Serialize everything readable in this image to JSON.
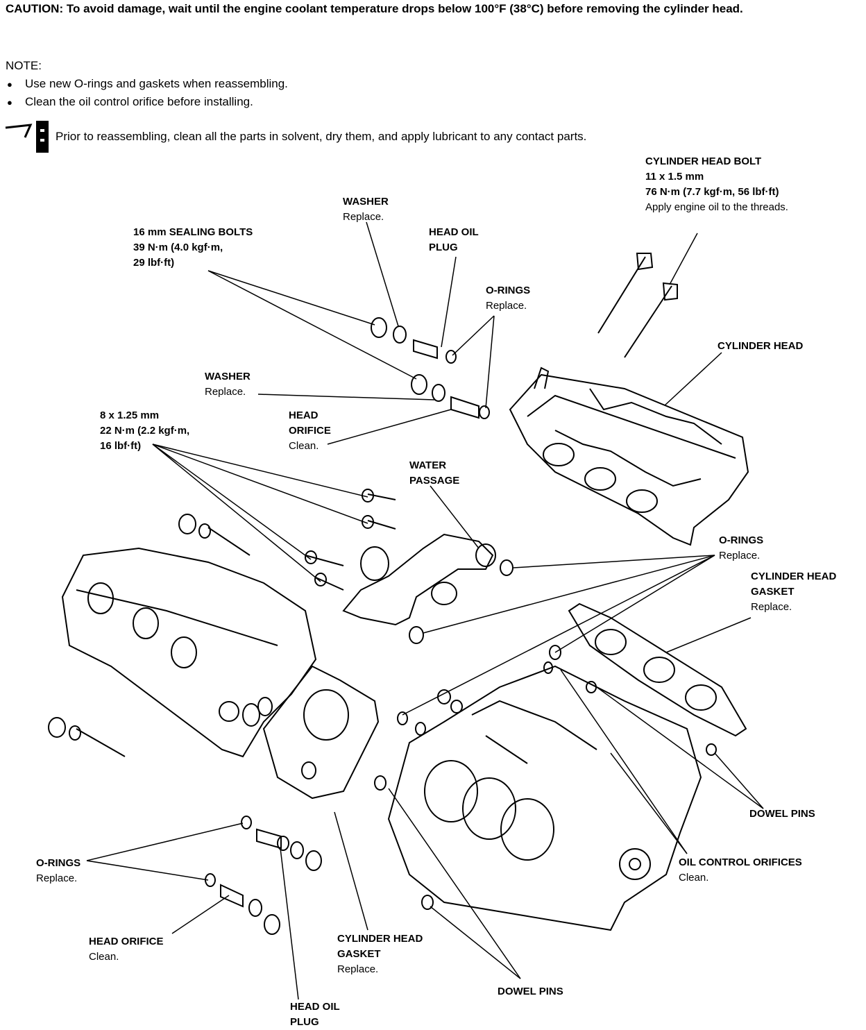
{
  "header": {
    "caution_label": "CAUTION:",
    "caution_text": "To avoid damage, wait until the engine coolant temperature drops below 100°F (38°C) before removing the cylinder head.",
    "note_title": "NOTE:",
    "notes": [
      "Use new O-rings and gaskets when reassembling.",
      "Clean the oil control orifice before installing."
    ],
    "prior_text": "Prior to reassembling, clean all the parts in solvent, dry them, and apply lubricant to any contact parts."
  },
  "labels": {
    "head_bolt": {
      "title": "CYLINDER HEAD BOLT",
      "line1": "11 x 1.5 mm",
      "line2": "76 N·m (7.7 kgf·m, 56 lbf·ft)",
      "line3": "Apply engine oil to the threads."
    },
    "washer_top": {
      "title": "WASHER",
      "sub": "Replace."
    },
    "sealing_bolts": {
      "title": "16 mm SEALING BOLTS",
      "line1": "39 N·m (4.0 kgf·m,",
      "line2": "29 lbf·ft)"
    },
    "head_oil_plug_top": {
      "line1": "HEAD OIL",
      "line2": "PLUG"
    },
    "orings_top": {
      "title": "O-RINGS",
      "sub": "Replace."
    },
    "cylinder_head": {
      "title": "CYLINDER HEAD"
    },
    "washer_mid": {
      "title": "WASHER",
      "sub": "Replace."
    },
    "head_orifice_top": {
      "line1": "HEAD",
      "line2": "ORIFICE",
      "sub": "Clean."
    },
    "bolt_8mm": {
      "line1": "8 x 1.25 mm",
      "line2": "22 N·m (2.2 kgf·m,",
      "line3": "16 lbf·ft)"
    },
    "water_passage": {
      "line1": "WATER",
      "line2": "PASSAGE"
    },
    "orings_right": {
      "title": "O-RINGS",
      "sub": "Replace."
    },
    "gasket_right": {
      "line1": "CYLINDER HEAD",
      "line2": "GASKET",
      "sub": "Replace."
    },
    "dowel_right": {
      "title": "DOWEL PINS"
    },
    "oil_control": {
      "title": "OIL CONTROL ORIFICES",
      "sub": "Clean."
    },
    "orings_left": {
      "title": "O-RINGS",
      "sub": "Replace."
    },
    "head_orifice_bottom": {
      "title": "HEAD ORIFICE",
      "sub": "Clean."
    },
    "gasket_bottom": {
      "line1": "CYLINDER HEAD",
      "line2": "GASKET",
      "sub": "Replace."
    },
    "dowel_bottom": {
      "title": "DOWEL PINS"
    },
    "head_oil_plug_bottom": {
      "line1": "HEAD OIL",
      "line2": "PLUG"
    }
  }
}
